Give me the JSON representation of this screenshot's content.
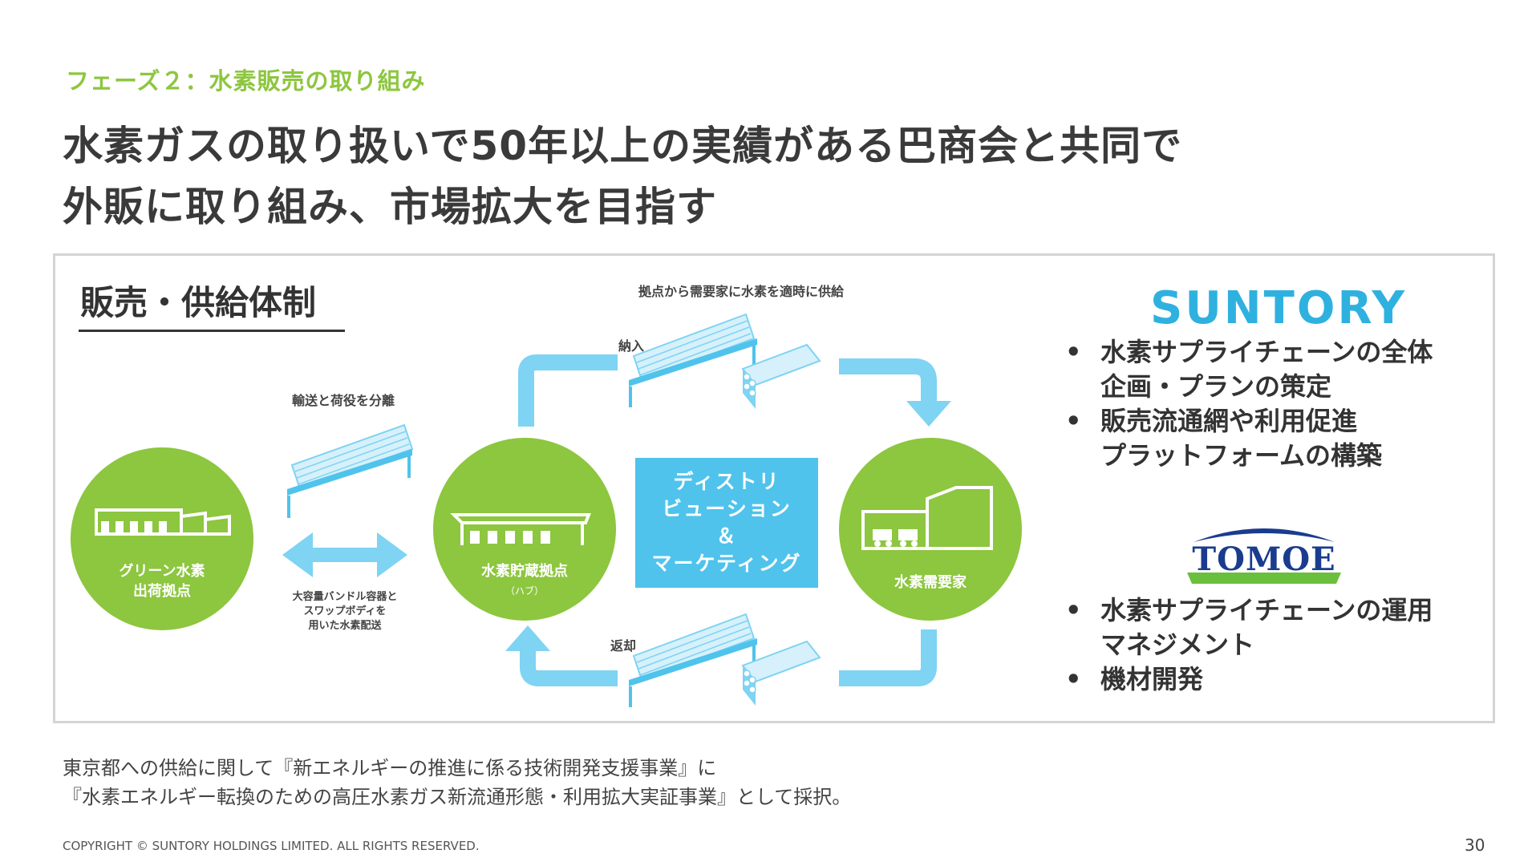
{
  "header": {
    "phase_label": "フェーズ２：水素販売の取り組み",
    "headline_line1": "水素ガスの取り扱いで50年以上の実績がある巴商会と共同で",
    "headline_line2": "外販に取り組み、市場拡大を目指す"
  },
  "diagram": {
    "section_title": "販売・供給体制",
    "top_caption": "拠点から需要家に水素を適時に供給",
    "transport_caption": "輸送と荷役を分離",
    "swap_caption_lines": [
      "大容量バンドル容器と",
      "スワップボディを",
      "用いた水素配送"
    ],
    "delivery_label": "納入",
    "return_label": "返却",
    "nodes": {
      "green_hub": [
        "グリーン水素",
        "出荷拠点"
      ],
      "storage_hub": "水素貯蔵拠点",
      "storage_hub_sub": "（ハブ）",
      "demand": "水素需要家"
    },
    "distribution_box": [
      "ディストリ",
      "ビューション",
      "＆",
      "マーケティング"
    ],
    "colors": {
      "green": "#8dc63f",
      "blue": "#4fc3ec",
      "light_blue": "#7fd3f3"
    }
  },
  "partners": {
    "suntory_logo": "SUNTORY",
    "suntory_bullets": [
      [
        "水素サプライチェーンの全体",
        "企画・プランの策定"
      ],
      [
        "販売流通網や利用促進",
        "プラットフォームの構築"
      ]
    ],
    "tomoe_logo": "TOMOE",
    "tomoe_bullets": [
      [
        "水素サプライチェーンの運用",
        "マネジメント"
      ],
      [
        "機材開発"
      ]
    ]
  },
  "footer": {
    "note_line1": "東京都への供給に関して『新エネルギーの推進に係る技術開発支援事業』に",
    "note_line2": "『水素エネルギー転換のための高圧水素ガス新流通形態・利用拡大実証事業』として採択。",
    "copyright": "COPYRIGHT © SUNTORY HOLDINGS LIMITED. ALL RIGHTS RESERVED.",
    "page_number": "30"
  }
}
